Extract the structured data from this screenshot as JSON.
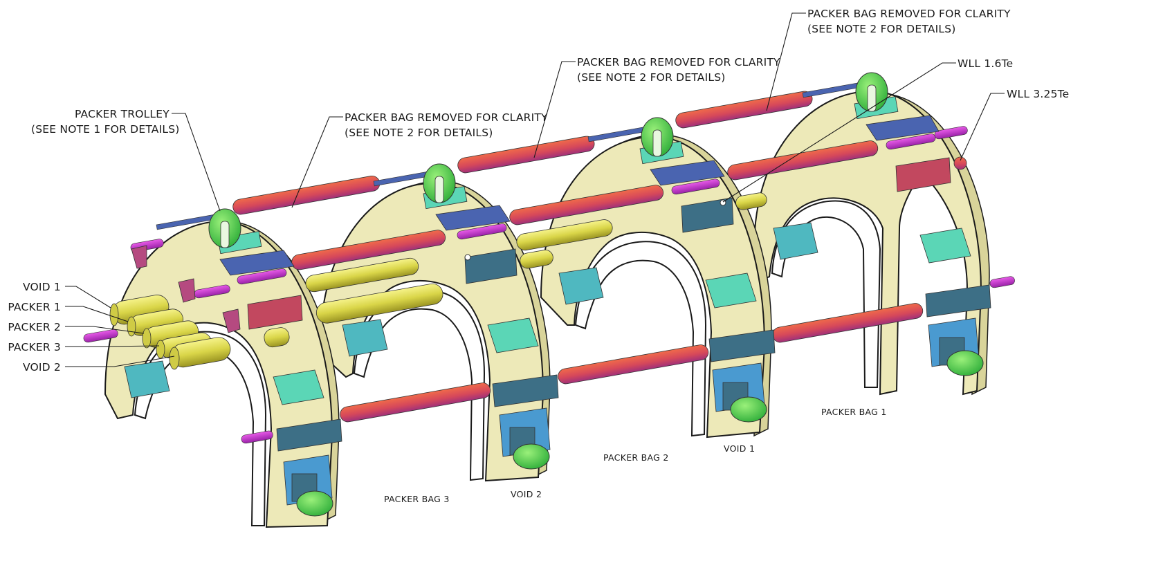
{
  "callouts": {
    "packer_trolley": [
      "PACKER TROLLEY",
      "(SEE NOTE 1 FOR DETAILS)"
    ],
    "bag_removed_1": [
      "PACKER BAG REMOVED FOR CLARITY",
      "(SEE NOTE 2 FOR DETAILS)"
    ],
    "bag_removed_2": [
      "PACKER BAG REMOVED FOR CLARITY",
      "(SEE NOTE 2 FOR DETAILS)"
    ],
    "bag_removed_3": [
      "PACKER BAG REMOVED FOR CLARITY",
      "(SEE NOTE 2 FOR DETAILS)"
    ],
    "wll_small": "WLL 1.6Te",
    "wll_large": "WLL 3.25Te"
  },
  "tube_labels": [
    "VOID 1",
    "PACKER 1",
    "PACKER 2",
    "PACKER 3",
    "VOID 2"
  ],
  "floor_labels": {
    "packer_bag_3": "PACKER BAG 3",
    "void_2": "VOID  2",
    "packer_bag_2": "PACKER BAG 2",
    "void_1": "VOID 1",
    "packer_bag_1": "PACKER BAG 1"
  },
  "colors": {
    "frame": "#ede9b8",
    "red_bar": "#d9534f",
    "magenta_pin": "#cc33cc",
    "yellow_tube": "#e0dc55",
    "trolley_wheel": "#4fc94f",
    "clamp_blue": "#4a64b0",
    "clamp_teal": "#3d6f86",
    "bracket_cyan": "#5bd6b6",
    "red_plate": "#c2485f"
  }
}
